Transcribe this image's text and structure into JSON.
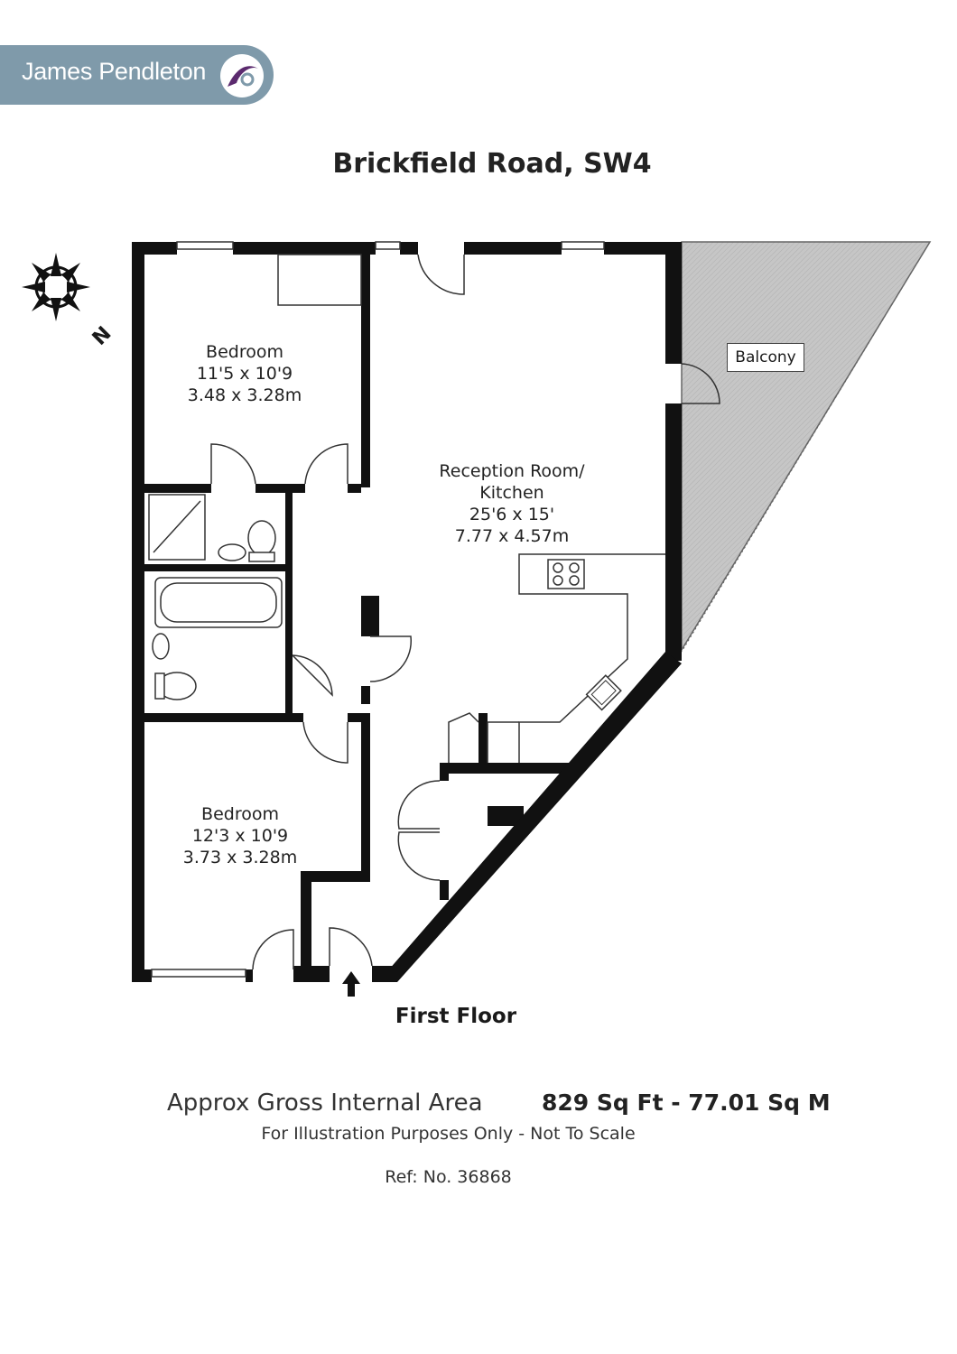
{
  "brand": {
    "name": "James Pendleton"
  },
  "property": {
    "title": "Brickfield Road, SW4"
  },
  "rooms": [
    {
      "name": "Bedroom",
      "imperial": "11'5 x 10'9",
      "metric": "3.48 x 3.28m"
    },
    {
      "name": "Reception Room/",
      "name2": "Kitchen",
      "imperial": "25'6 x 15'",
      "metric": "7.77 x 4.57m"
    },
    {
      "name": "Bedroom",
      "imperial": "12'3 x 10'9",
      "metric": "3.73 x 3.28m"
    }
  ],
  "balcony": {
    "label": "Balcony"
  },
  "compass": {
    "north_label": "N"
  },
  "floor": {
    "label": "First Floor"
  },
  "area": {
    "label": "Approx Gross Internal Area",
    "value": "829 Sq Ft  - 77.01 Sq M"
  },
  "disclaimer": "For Illustration Purposes Only - Not To Scale",
  "reference": "Ref: No. 36868",
  "colors": {
    "logo_bg": "#7f9aaa",
    "wall": "#111111",
    "balcony_fill": "#c8c8c8",
    "logo_accent": "#5b2a6e"
  }
}
